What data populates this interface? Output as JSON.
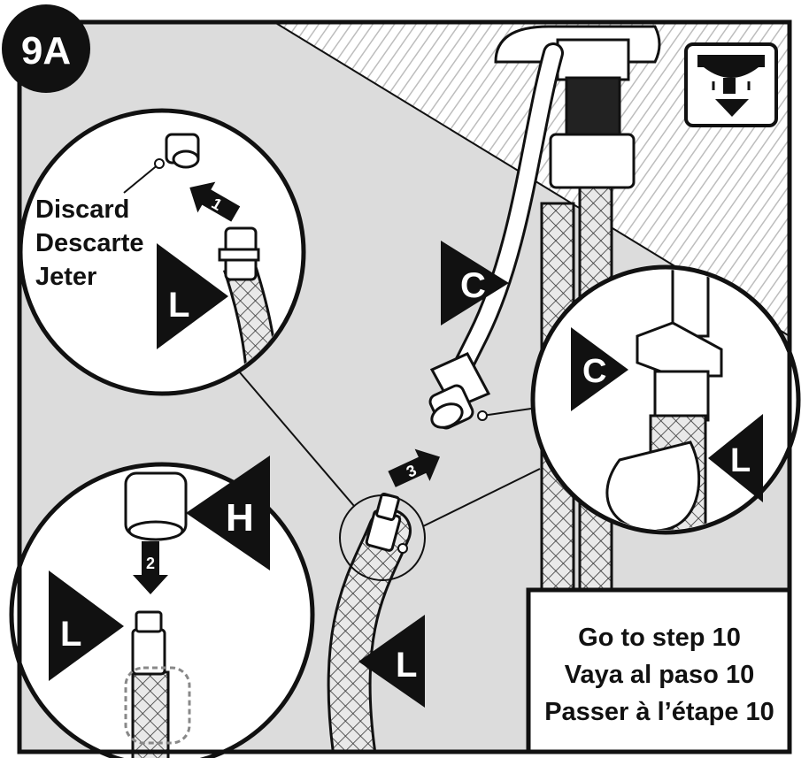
{
  "step_badge": "9A",
  "discard_labels": [
    "Discard",
    "Descarte",
    "Jeter"
  ],
  "part_labels": {
    "hose_l": "L",
    "hose_c": "C",
    "aerator_h": "H"
  },
  "arrow_numbers": [
    "1",
    "2",
    "3"
  ],
  "goto_box": {
    "line1": "Go to step 10",
    "line2": "Vaya al paso 10",
    "line3": "Passer à l’étape 10"
  },
  "icon": "under-sink-install-icon",
  "colors": {
    "background": "#dcdcdc",
    "outline": "#111111",
    "panel": "#ffffff"
  }
}
